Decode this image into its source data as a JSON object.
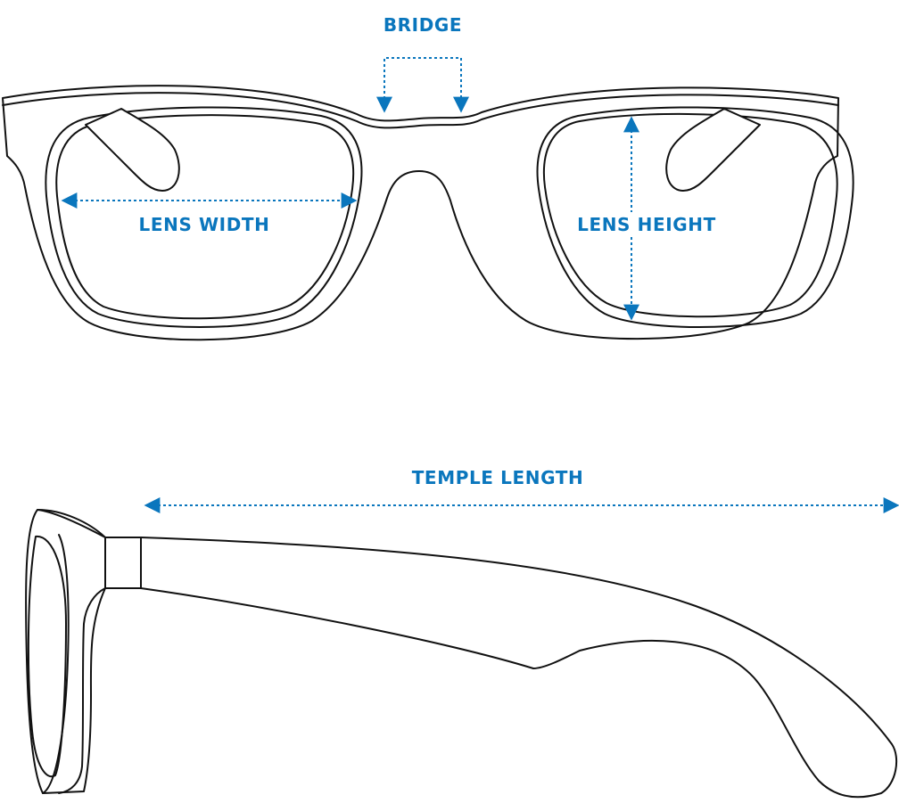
{
  "colors": {
    "accent": "#0a76bd",
    "line": "#111111",
    "background": "#ffffff"
  },
  "labels": {
    "bridge": "BRIDGE",
    "lens_width": "LENS WIDTH",
    "lens_height": "LENS HEIGHT",
    "temple_length": "TEMPLE LENGTH"
  }
}
